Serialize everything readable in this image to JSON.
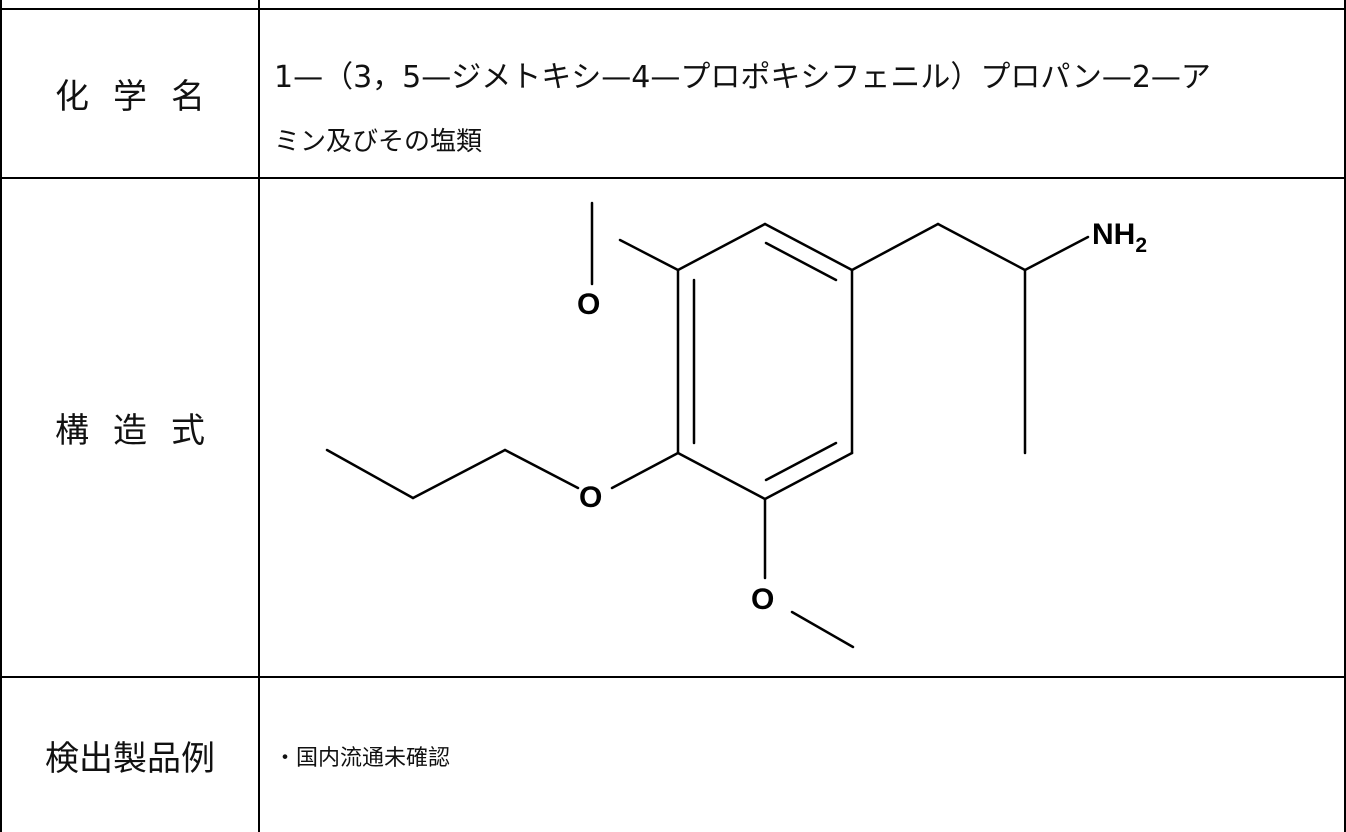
{
  "table": {
    "rows": [
      {
        "label": "化学名",
        "label_chars": [
          "化",
          "学",
          "名"
        ],
        "value_line1": "1—（3，5—ジメトキシ—4—プロポキシフェニル）プロパン—2—ア",
        "value_line2": "ミン及びその塩類"
      },
      {
        "label": "構造式",
        "label_chars": [
          "構",
          "造",
          "式"
        ],
        "structure": {
          "atom_o_top": "O",
          "atom_o_left": "O",
          "atom_o_bottom": "O",
          "atom_n": "NH",
          "atom_n_subscript": "2"
        }
      },
      {
        "label": "検出製品例",
        "value": "・国内流通未確認"
      }
    ]
  }
}
